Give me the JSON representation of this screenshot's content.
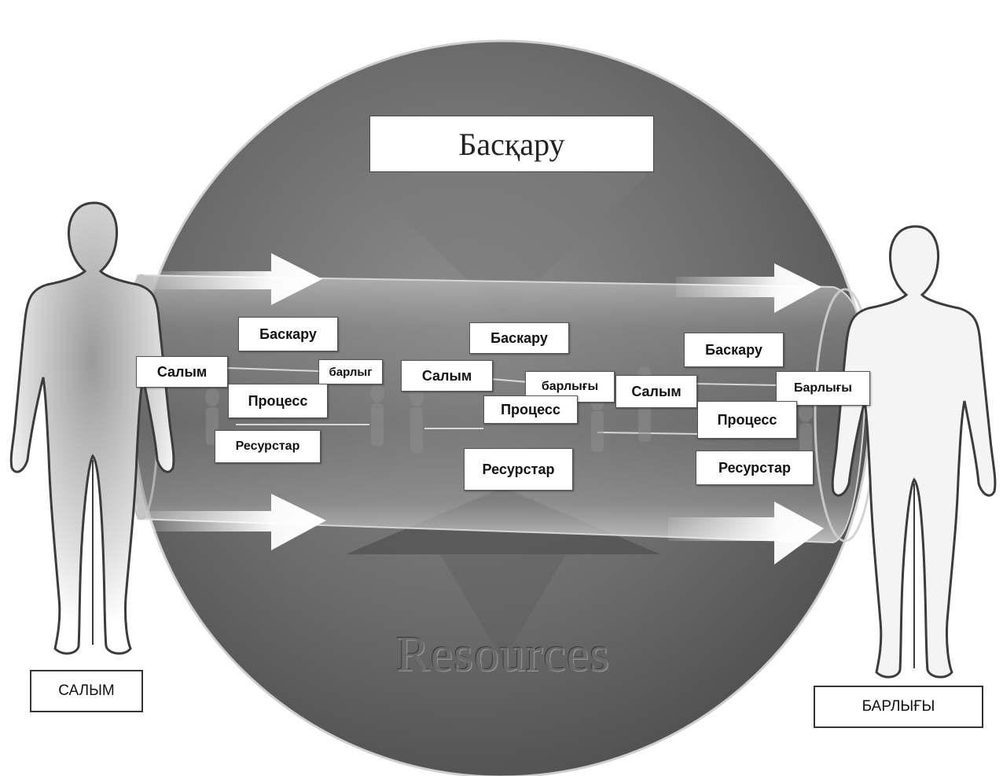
{
  "diagram": {
    "top_title": "Басқару",
    "bottom_title": "Resources",
    "left_caption": "САЛЫМ",
    "right_caption": "БАРЛЫҒЫ",
    "group1": {
      "control": "Баскару",
      "input": "Салым",
      "output": "барлыг",
      "process": "Процесс",
      "resources": "Ресурстар"
    },
    "group2": {
      "control": "Баскару",
      "input": "Салым",
      "output": "барлығы",
      "process": "Процесс",
      "resources": "Ресурстар"
    },
    "group3": {
      "control": "Баскару",
      "input": "Салым",
      "output": "Барлығы",
      "process": "Процесс",
      "resources": "Ресурстар"
    }
  }
}
